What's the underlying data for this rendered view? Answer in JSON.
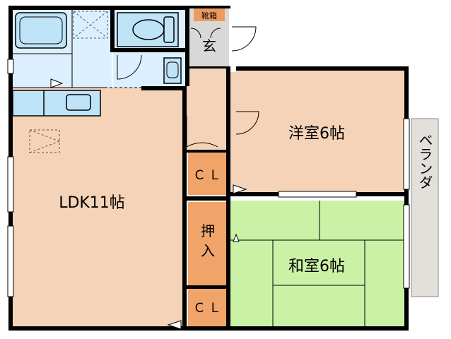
{
  "rooms": {
    "ldk": {
      "label": "LDK11帖"
    },
    "western": {
      "label": "洋室6帖"
    },
    "japanese": {
      "label": "和室6帖"
    },
    "entrance": {
      "label": "玄"
    },
    "shoe_box": {
      "label": "靴箱"
    },
    "closet_upper": {
      "label": "ＣＬ"
    },
    "closet_lower": {
      "label": "ＣＬ"
    },
    "oshiire": {
      "label_top": "押",
      "label_bottom": "入"
    },
    "veranda": {
      "label": "ベランダ"
    }
  },
  "colors": {
    "wall": "#000000",
    "ldk_floor": "#f5d3b8",
    "western_floor": "#f5d3b8",
    "japanese_floor": "#c9f2a6",
    "wet_area": "#dcefff",
    "fixture": "#bfe3f7",
    "closet": "#f0a46a",
    "entrance": "#d8d8d8",
    "veranda": "#e3e0dc",
    "shoe_box": "#ec9a5d"
  }
}
